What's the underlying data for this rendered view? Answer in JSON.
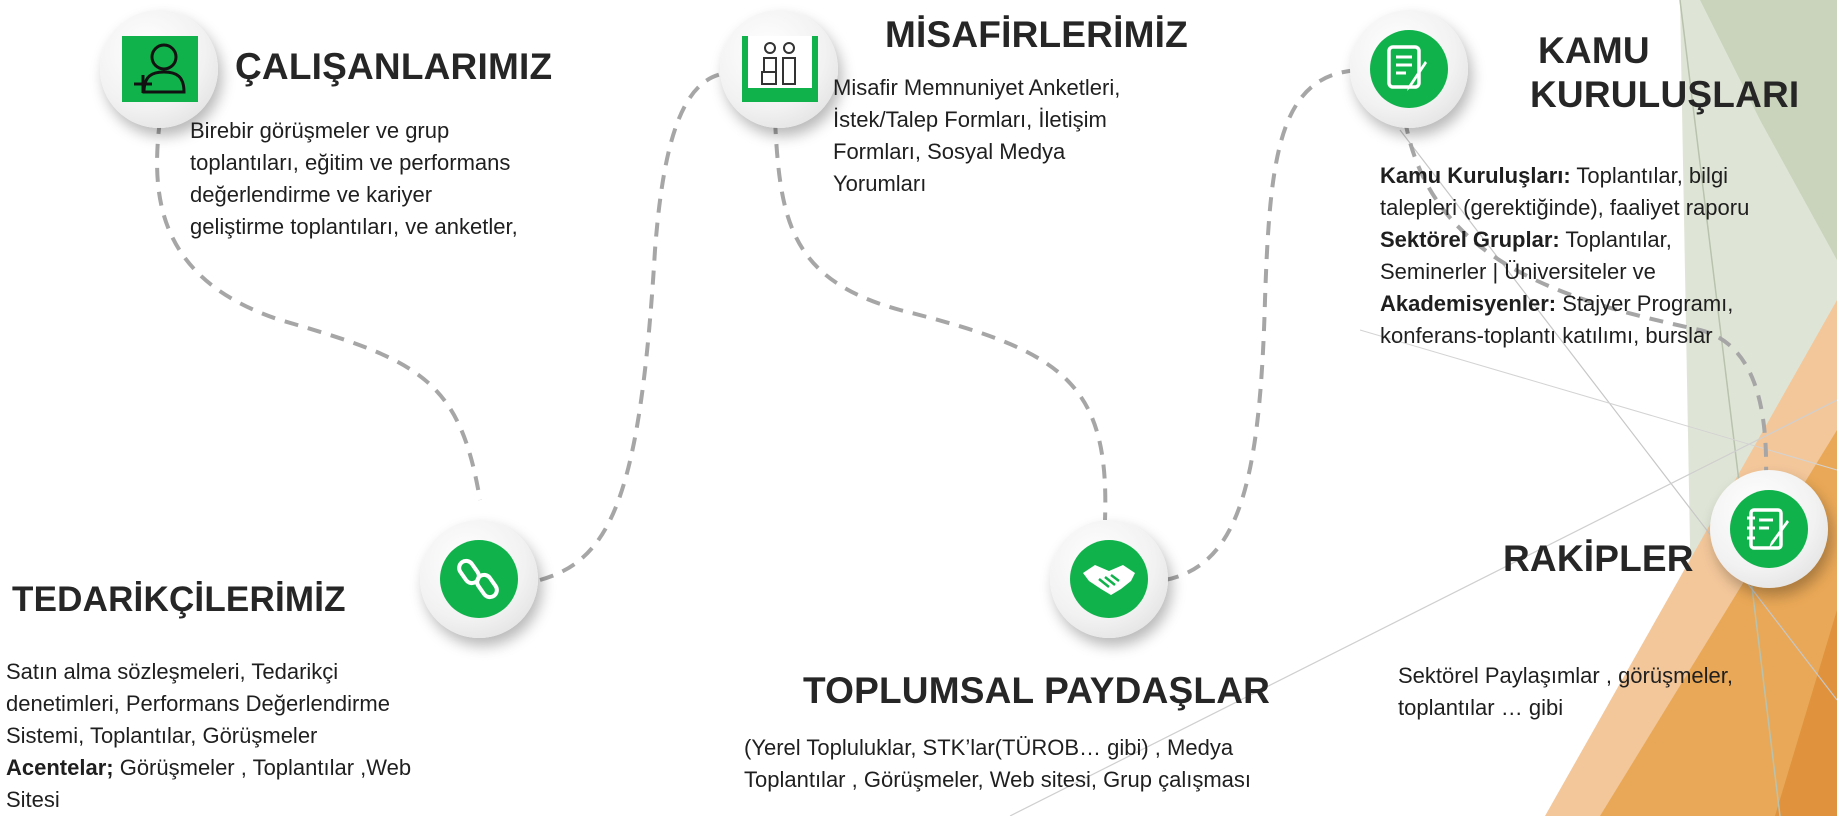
{
  "employees": {
    "title": "ÇALIŞANLARIMIZ",
    "lines": [
      "Birebir görüşmeler ve grup",
      "toplantıları, eğitim  ve performans",
      "değerlendirme ve kariyer",
      "geliştirme toplantıları, ve anketler,"
    ]
  },
  "guests": {
    "title": "MİSAFİRLERİMİZ",
    "lines": [
      "Misafir Memnuniyet Anketleri,",
      "İstek/Talep Formları, İletişim",
      "Formları, Sosyal Medya",
      "Yorumları"
    ]
  },
  "public": {
    "title_1": "KAMU",
    "title_2": "KURULUŞLARI",
    "l1_bold": "Kamu Kuruluşları:",
    "l1_text": " Toplantılar, bilgi",
    "l2": "talepleri (gerektiğinde), faaliyet raporu",
    "l3_bold": "Sektörel Gruplar:",
    "l3_text": "  Toplantılar,",
    "l4": "Seminerler | Üniversiteler ve",
    "l5_bold": "Akademisyenler:",
    "l5_text": " Stajyer Programı,",
    "l6": "konferans-toplantı katılımı, burslar"
  },
  "suppliers": {
    "title": "TEDARİKÇİLERİMİZ",
    "l1": "Satın alma sözleşmeleri, Tedarikçi",
    "l2": "denetimleri, Performans Değerlendirme",
    "l3": "Sistemi, Toplantılar, Görüşmeler",
    "l4_bold": "Acentelar;",
    "l4_text": "   Görüşmeler , Toplantılar ,Web",
    "l5": "Sitesi"
  },
  "society": {
    "title": "TOPLUMSAL PAYDAŞLAR",
    "l1": "(Yerel Topluluklar, STK’lar(TÜROB… gibi) , Medya",
    "l2": "Toplantılar , Görüşmeler, Web sitesi, Grup çalışması"
  },
  "competitors": {
    "title": "RAKİPLER",
    "l1": "Sektörel Paylaşımlar , görüşmeler,",
    "l2": "toplantılar … gibi"
  },
  "colors": {
    "accent": "#10b24b",
    "dash": "#a6a6a6",
    "orange": "#e9a857",
    "sage": "#c9d3bd"
  }
}
